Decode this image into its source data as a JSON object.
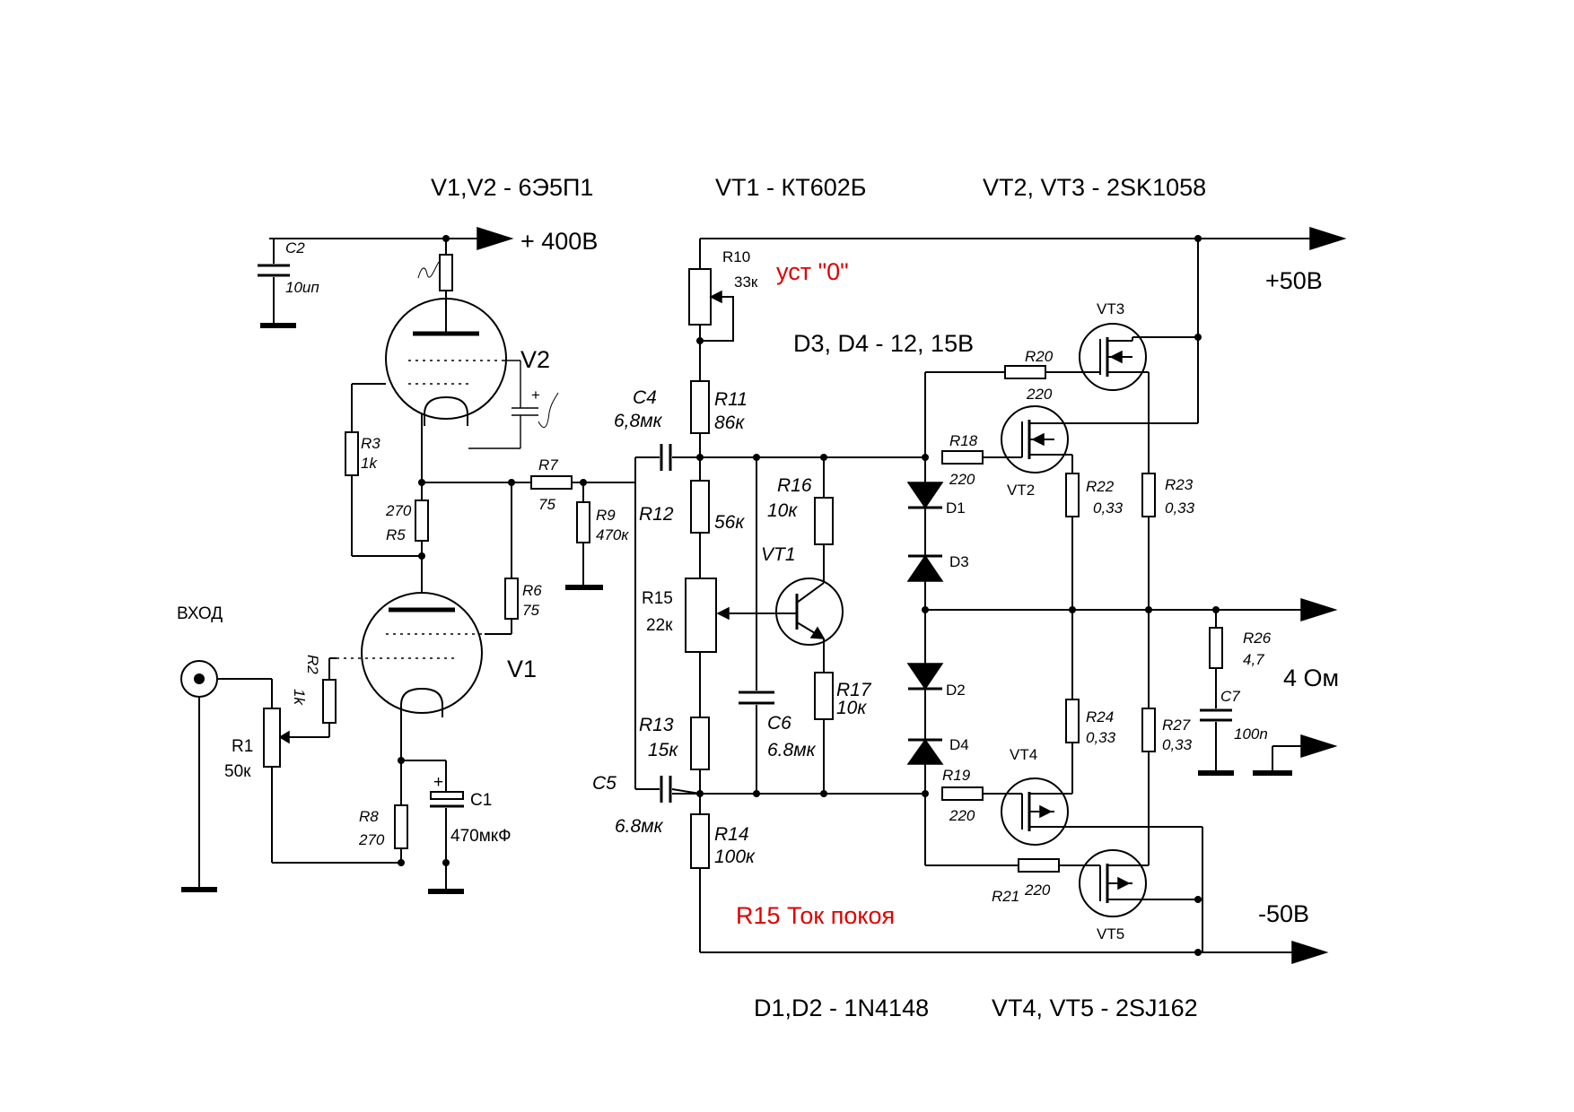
{
  "notes": {
    "tubes": "V1,V2 - 6Э5П1",
    "vt1": "VT1 - КТ602Б",
    "vt2_vt3": "VT2, VT3 - 2SK1058",
    "zener": "D3, D4 - 12, 15В",
    "diodes": "D1,D2 - 1N4148",
    "vt4_vt5": "VT4, VT5 - 2SJ162",
    "zero_adjust": "уст \"0\"",
    "bias_adjust": "R15 Ток покоя"
  },
  "rails": {
    "hv": "+ 400В",
    "pos": "+50В",
    "neg": "-50В"
  },
  "io": {
    "input": "ВХОД",
    "load": "4 Ом"
  },
  "components": {
    "V1": "V1",
    "V2": "V2",
    "C1": "C1",
    "C1_val": "470мкФ",
    "C2": "C2",
    "C2_val": "10uп",
    "C4": "C4",
    "C4_val": "6,8мк",
    "C5": "C5",
    "C5_val": "6.8мк",
    "C6": "C6",
    "C6_val": "6.8мк",
    "C7": "C7",
    "C7_val": "100n",
    "R1": "R1",
    "R1_val": "50к",
    "R2": "R2",
    "R2_val": "1k",
    "R3": "R3",
    "R3_val": "1k",
    "R5": "R5",
    "R5_val": "270",
    "R6": "R6",
    "R6_val": "75",
    "R7": "R7",
    "R7_val": "75",
    "R8": "R8",
    "R8_val": "270",
    "R9": "R9",
    "R9_val": "470к",
    "R10": "R10",
    "R10_val": "33к",
    "R11": "R11",
    "R11_val": "86к",
    "R12": "R12",
    "R12_val": "56к",
    "R13": "R13",
    "R13_val": "15к",
    "R14": "R14",
    "R14_val": "100к",
    "R15": "R15",
    "R15_val": "22к",
    "R16": "R16",
    "R16_val": "10к",
    "R17": "R17",
    "R17_val": "10к",
    "R18": "R18",
    "R18_val": "220",
    "R19": "R19",
    "R19_val": "220",
    "R20": "R20",
    "R20_val": "220",
    "R21": "R21",
    "R21_val": "220",
    "R22": "R22",
    "R22_val": "0,33",
    "R23": "R23",
    "R23_val": "0,33",
    "R24": "R24",
    "R24_val": "0,33",
    "R26": "R26",
    "R26_val": "4,7",
    "R27": "R27",
    "R27_val": "0,33",
    "VT1": "VT1",
    "VT2": "VT2",
    "VT3": "VT3",
    "VT4": "VT4",
    "VT5": "VT5",
    "D1": "D1",
    "D2": "D2",
    "D3": "D3",
    "D4": "D4"
  }
}
